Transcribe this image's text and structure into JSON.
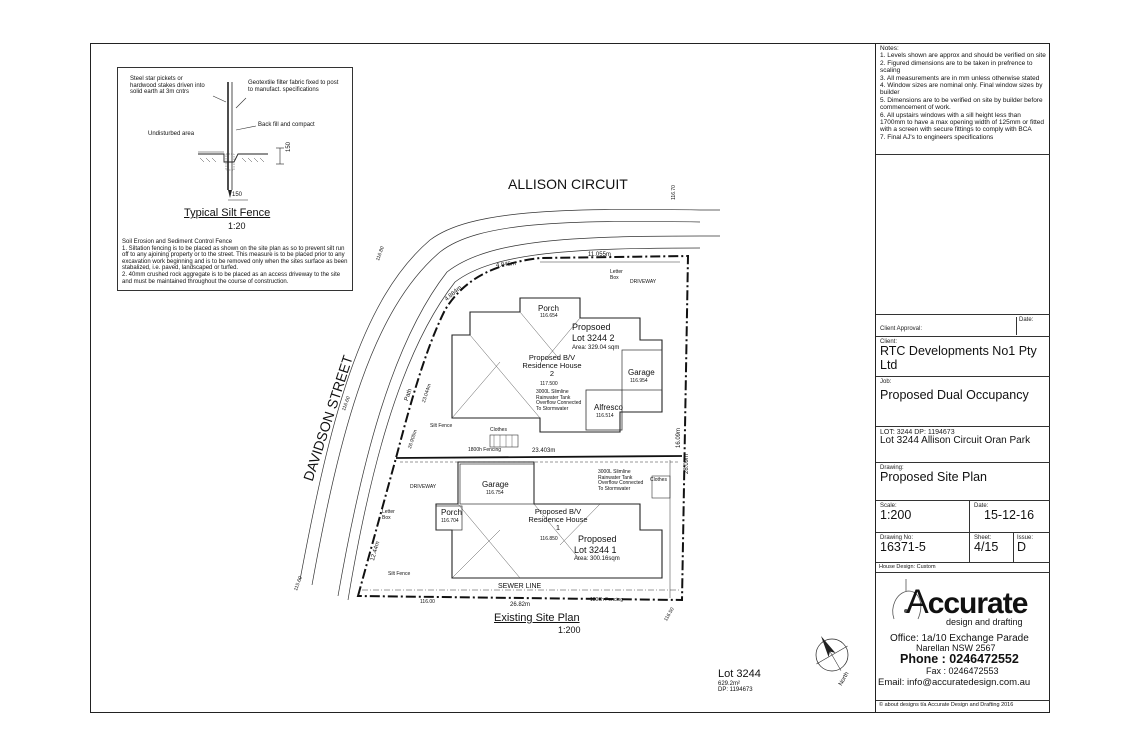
{
  "detail": {
    "pickets_note": "Steel star pickets or hardwood stakes driven into solid earth at 3m cntrs",
    "geotextile_note": "Geotextile filter fabric fixed to post to manufact. specifications",
    "backfill_note": "Back fill and compact",
    "undisturbed_note": "Undisturbed area",
    "dim_150_v": "150",
    "dim_150_h": "150",
    "title": "Typical Silt Fence",
    "scale": "1:20",
    "erosion_heading": "Soil Erosion and Sediment Control Fence",
    "erosion_1": "1. Siltation fencing is to be placed as shown on the site plan as so to prevent silt run off to any ajoining property or to the street. This measure is to be placed prior to any excavation work beginning and is to be removed only when the sites surface as been stabalized, i.e. paved, landscaped or turfed.",
    "erosion_2": "2. 40mm crushed rock aggregate is to be placed as an access driveway to the site and must be maintained throughout the course of construction."
  },
  "plan": {
    "street_top": "ALLISON CIRCUIT",
    "street_left": "DAVIDSON STREET",
    "path_label": "Path",
    "dim_11055": "11.055m",
    "dim_4845": "4.845m",
    "dim_4884": "4.884m",
    "dim_23403": "23.403m",
    "dim_23044": "23.044m",
    "dim_26905": "26.905m",
    "dim_28": "28.09m",
    "dim_16": "16.09m",
    "dim_2682": "26.82m",
    "dim_1244": "12.44m",
    "sewer": "SEWER LINE",
    "porch2": "Porch",
    "porch2_rl": "116.654",
    "porch1": "Porch",
    "porch1_rl": "116.704",
    "garage2": "Garage",
    "garage2_rl": "116.954",
    "garage1": "Garage",
    "garage1_rl": "116.754",
    "lot2_title": "Propsoed",
    "lot2_name": "Lot 3244 2",
    "lot2_area": "Area: 329.04 sqm",
    "lot1_title": "Proposed",
    "lot1_name": "Lot 3244 1",
    "lot1_area": "Area: 300.16sqm",
    "house2": "Proposed B/V Residence House 2",
    "house2_rl": "117.500",
    "house1": "Proposed B/V Residence House 1",
    "house1_rl": "116.850",
    "alfresco": "Alfresco",
    "alfresco_rl": "116.514",
    "tank": "3000L Slimline Rainwater Tank Overflow Connected To Stormwater",
    "driveway": "DRIVEWAY",
    "letterbox": "Letter Box",
    "silt_fence": "Silt Fence",
    "fencing": "1800h Fencing",
    "clothes": "Clothes",
    "rl_top": "116.70",
    "rl_left": "116.80",
    "rl_left2": "116.60",
    "rl_bl": "115.60",
    "rl_bm": "116.00",
    "rl_br": "116.50",
    "title": "Existing Site Plan",
    "scale": "1:200"
  },
  "lot_label": {
    "name": "Lot 3244",
    "area": "629.2m²",
    "dp": "DP: 1194673"
  },
  "north": "North",
  "titleblock": {
    "notes_heading": "Notes:",
    "notes": [
      "1. Levels shown are approx and should be verified on site",
      "2. Figured dimensions are to be taken in prefrence to scaling",
      "3. All measurements are in mm unless otherwise stated",
      "4. Window sizes are nominal only. Final window sizes by builder",
      "5. Dimensions are to be verified on site by builder before commencement of work.",
      "6. All upstairs windows with a sill height less than 1700mm to have a max opening width of 125mm or fitted with a screen with secure fittings to comply with BCA",
      "7. Final AJ's to engineers specifications"
    ],
    "client_approval": "Client Approval:",
    "date_label": "Date:",
    "client_label": "Client:",
    "client": "RTC Developments No1 Pty Ltd",
    "job_label": "Job:",
    "job": "Proposed Dual Occupancy",
    "lot_dp": "LOT: 3244 DP: 1194673",
    "address": "Lot 3244 Allison Circuit Oran Park",
    "drawing_label": "Drawing:",
    "drawing": "Proposed Site Plan",
    "scale_label": "Scale:",
    "scale": "1:200",
    "date_label2": "Date:",
    "date": "15-12-16",
    "drawing_no_label": "Drawing No:",
    "drawing_no": "16371-5",
    "sheet_label": "Sheet:",
    "sheet": "4/15",
    "issue_label": "Issue:",
    "issue": "D",
    "house_design": "House Design: Custom",
    "logo_text": "ccurate",
    "logo_sub": "design and drafting",
    "office": "Office: 1a/10 Exchange Parade",
    "suburb": "Narellan NSW 2567",
    "phone": "Phone : 0246472552",
    "fax": "Fax : 0246472553",
    "email": "Email: info@accuratedesign.com.au",
    "copyright": "© about designs t/a Accurate Design and Drafting 2016"
  }
}
